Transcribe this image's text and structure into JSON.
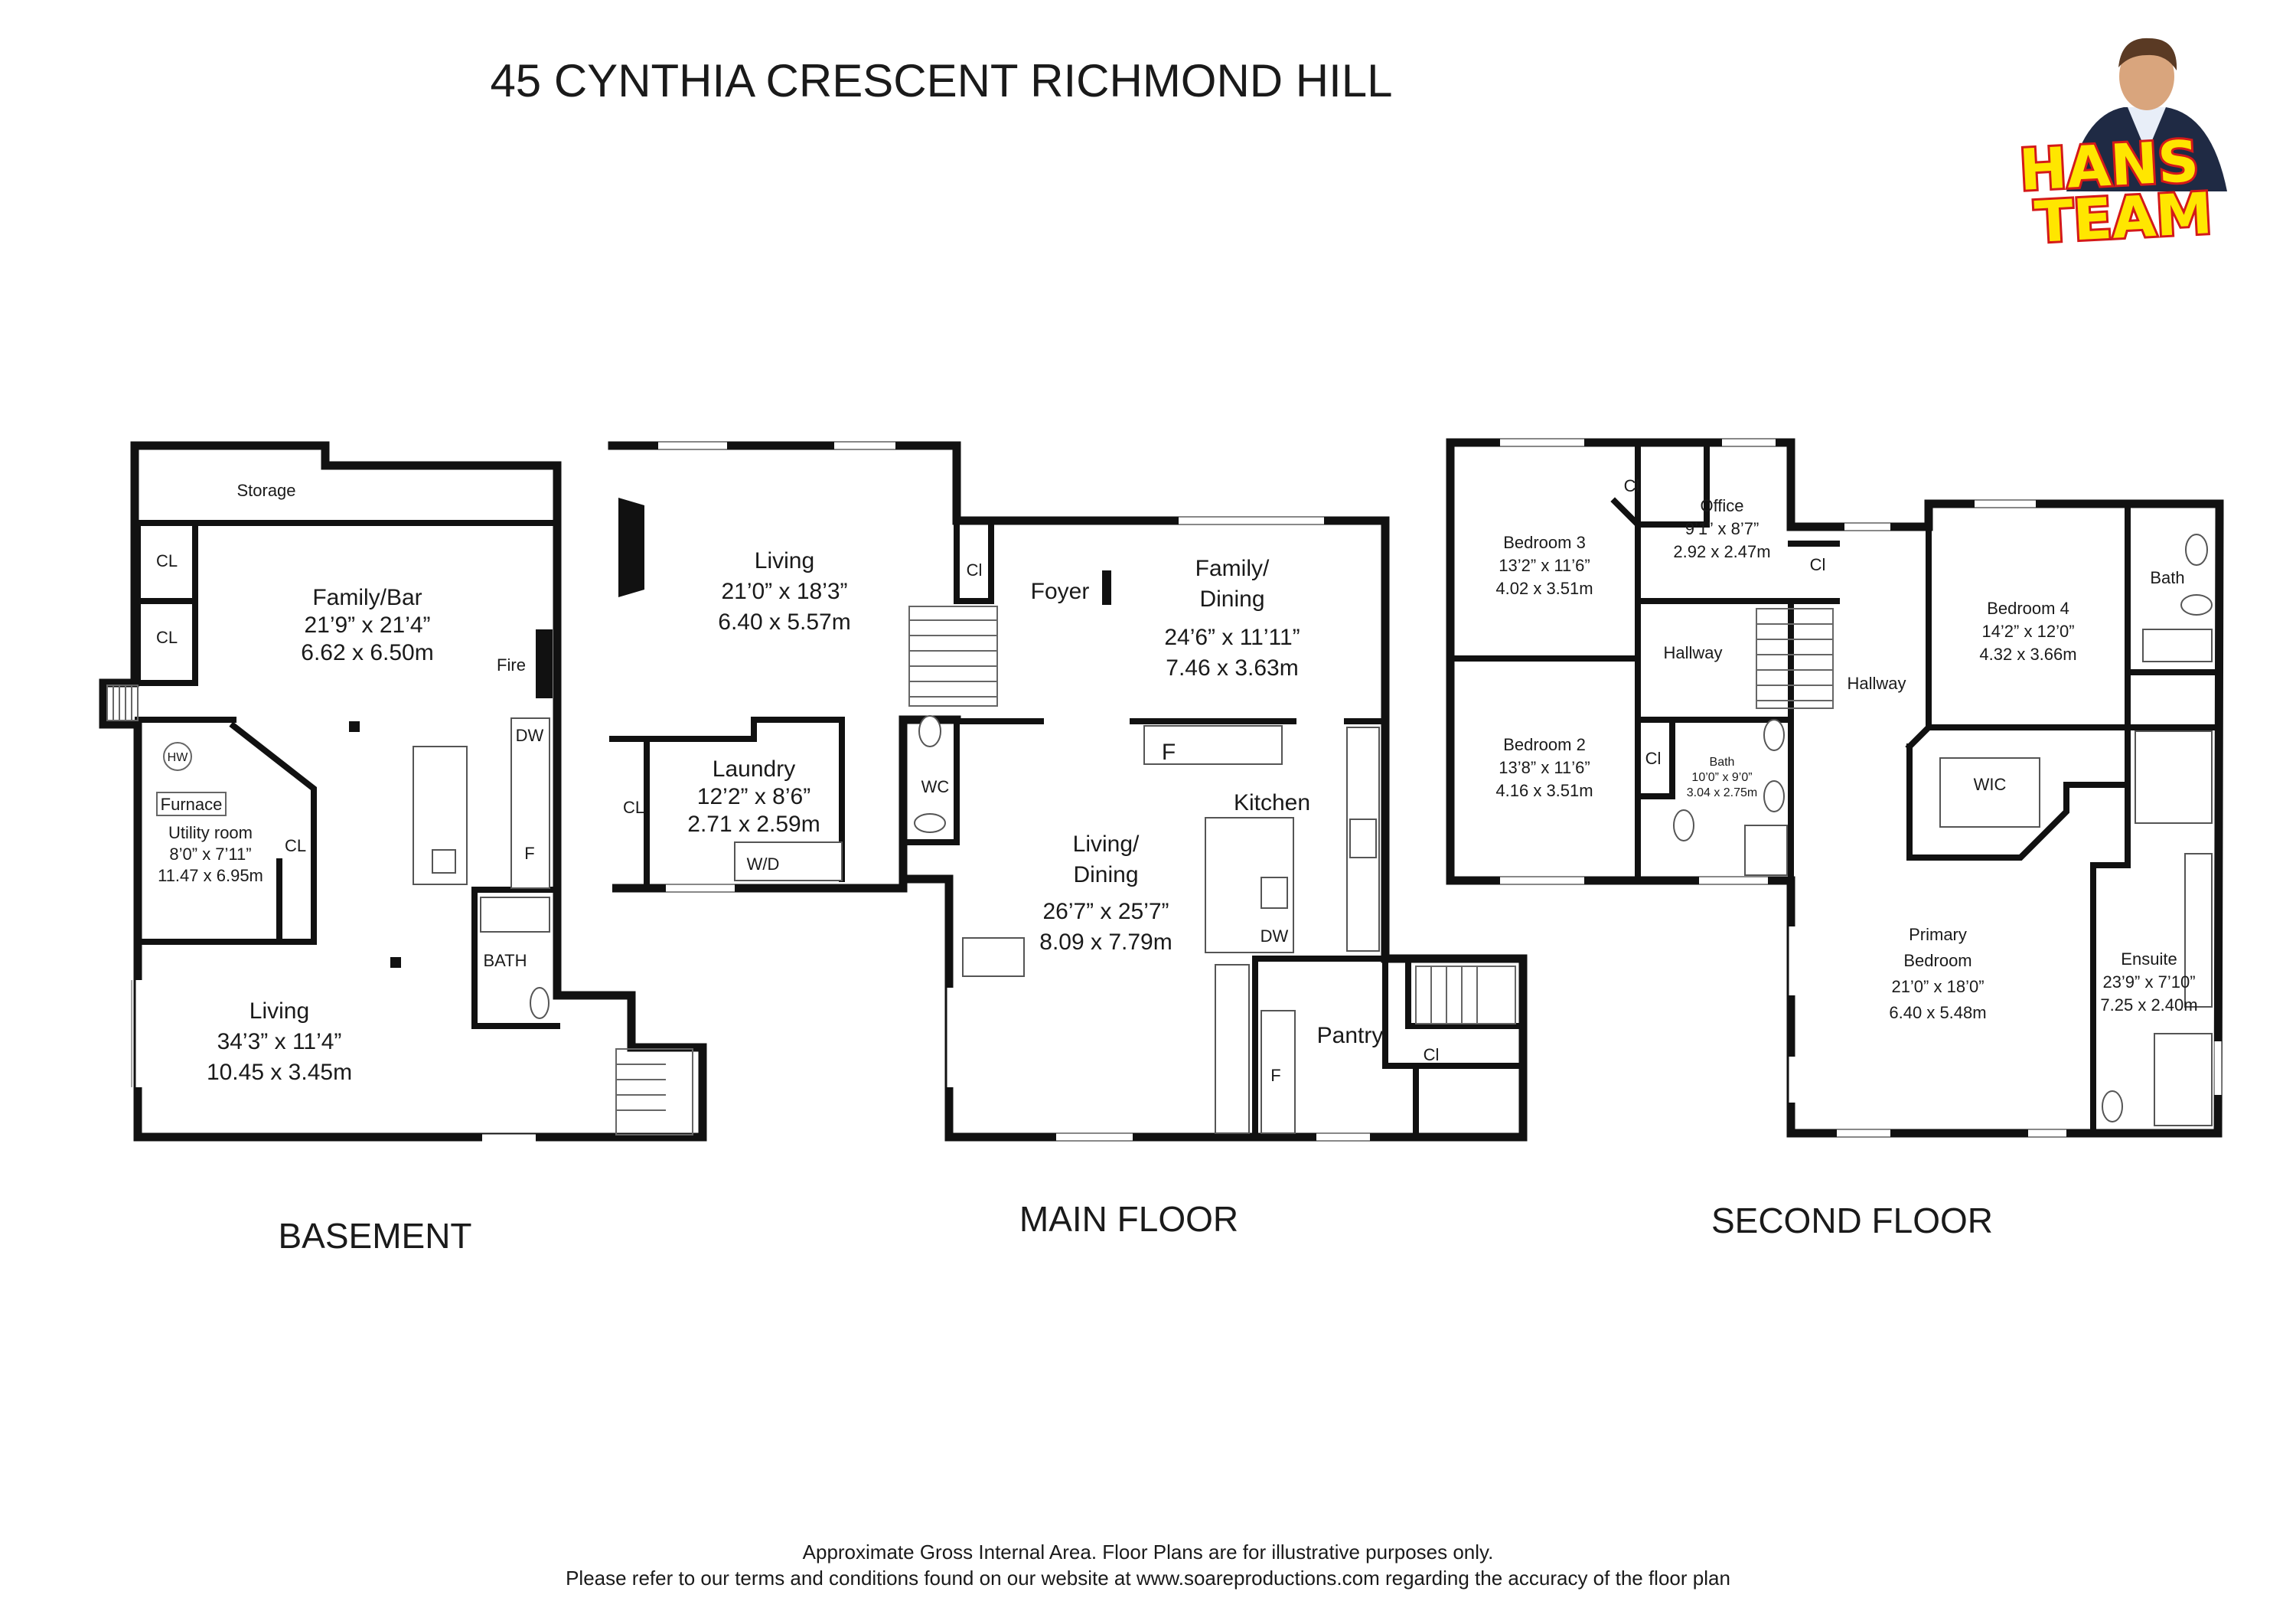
{
  "title": "45 CYNTHIA CRESCENT RICHMOND HILL",
  "logo": {
    "line1": "HANS",
    "line2": "TEAM",
    "fill": "#ffe600",
    "outline": "#d41919"
  },
  "floors": {
    "basement": {
      "label": "BASEMENT",
      "rooms": {
        "storage": "Storage",
        "cl1": "CL",
        "cl2": "CL",
        "cl3": "CL",
        "family_bar": [
          "Family/Bar",
          "21’9” x 21’4”",
          "6.62 x 6.50m"
        ],
        "fire": "Fire",
        "dw": "DW",
        "f": "F",
        "hw": "HW",
        "furnace": "Furnace",
        "utility": [
          "Utility room",
          "8’0” x 7’11”",
          "11.47 x 6.95m"
        ],
        "bath": "BATH",
        "living": [
          "Living",
          "34’3” x 11’4”",
          "10.45 x 3.45m"
        ]
      }
    },
    "main": {
      "label": "MAIN FLOOR",
      "rooms": {
        "living": [
          "Living",
          "21’0” x 18’3”",
          "6.40 x 5.57m"
        ],
        "cl_foyer": "Cl",
        "foyer": "Foyer",
        "family_dining": [
          "Family/",
          "Dining",
          "24’6” x 11’11”",
          "7.46 x 3.63m"
        ],
        "laundry": [
          "Laundry",
          "12’2” x 8’6”",
          "2.71 x 2.59m"
        ],
        "cl_laundry": "CL",
        "wd": "W/D",
        "wc": "WC",
        "f_island": "F",
        "kitchen": "Kitchen",
        "living_dining": [
          "Living/",
          "Dining",
          "26’7” x 25’7”",
          "8.09 x 7.79m"
        ],
        "dw": "DW",
        "pantry": "Pantry",
        "f_pantry": "F",
        "cl_pantry": "Cl"
      }
    },
    "second": {
      "label": "SECOND FLOOR",
      "rooms": {
        "bedroom3": [
          "Bedroom 3",
          "13’2” x 11’6”",
          "4.02 x 3.51m"
        ],
        "cl_b3": "Cl",
        "office": [
          "Office",
          "9’1” x 8’7”",
          "2.92 x 2.47m"
        ],
        "cl_hall": "Cl",
        "hallway_left": "Hallway",
        "hallway_right": "Hallway",
        "bedroom4": [
          "Bedroom 4",
          "14’2” x 12’0”",
          "4.32 x 3.66m"
        ],
        "bath_b4": "Bath",
        "bedroom2": [
          "Bedroom 2",
          "13’8” x 11’6”",
          "4.16 x 3.51m"
        ],
        "cl_b2": "Cl",
        "bath_mid": [
          "Bath",
          "10’0” x 9’0”",
          "3.04 x 2.75m"
        ],
        "wic": "WIC",
        "primary": [
          "Primary",
          "Bedroom",
          "21’0” x 18’0”",
          "6.40 x 5.48m"
        ],
        "ensuite": [
          "Ensuite",
          "23’9” x 7’10”",
          "7.25 x 2.40m"
        ]
      }
    }
  },
  "footer": {
    "line1": "Approximate Gross Internal Area. Floor Plans are for illustrative purposes only.",
    "line2": "Please refer to our terms and conditions found on our website at www.soareproductions.com regarding the accuracy of the floor plan"
  }
}
